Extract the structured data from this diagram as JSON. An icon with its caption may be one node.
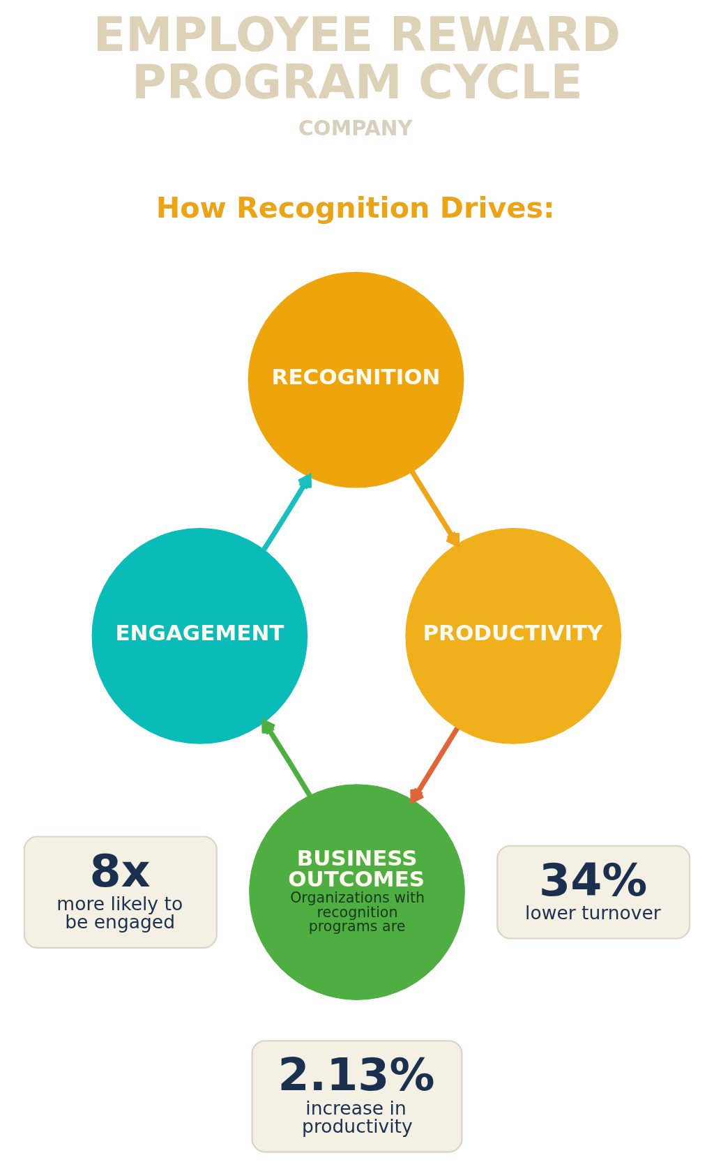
{
  "diagram": {
    "title": "EMPLOYEE REWARD PROGRAM CYCLE",
    "nodes": [
      {
        "text": [
          "RECOGNITION"
        ]
      },
      {
        "text": [
          "ENGAGEMENT"
        ]
      },
      {
        "text": [
          "PRODUCTIVITY"
        ]
      },
      {
        "text": [
          "BUSINESS OUTCOMES",
          "Organizations with recognition programs are"
        ]
      },
      {
        "text": [
          "8x",
          "more likely to be engaged"
        ]
      },
      {
        "text": [
          "34%",
          "lower turnover"
        ]
      },
      {
        "text": [
          "2.13%",
          "increase in productivity"
        ]
      }
    ],
    "edges": [
      {
        "from": 0,
        "to": 2,
        "arrow": "to",
        "color": "#eea51a"
      },
      {
        "from": 2,
        "to": 3,
        "arrow": "to",
        "color": "#e0663a"
      },
      {
        "from": 3,
        "to": 1,
        "arrow": "to",
        "color": "#4caf3f"
      },
      {
        "from": 1,
        "to": 0,
        "arrow": "to",
        "color": "#19bfc0"
      }
    ],
    "labels": [
      "COMPANY",
      "How Recognition Drives:"
    ]
  }
}
